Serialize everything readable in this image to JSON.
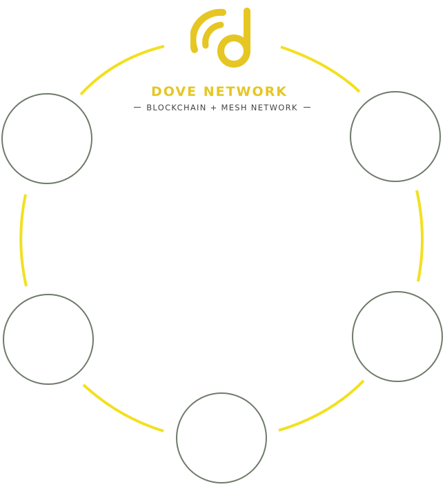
{
  "brand": {
    "name": "DOVE NETWORK",
    "tagline": "BLOCKCHAIN + MESH NETWORK"
  },
  "colors": {
    "accent": "#f2e01f",
    "logo": "#e6c622",
    "node_stroke": "#6e7a6a",
    "text": "#444444"
  },
  "icons": {
    "logo": "dove-network-logo-icon"
  },
  "nodes": [
    {
      "id": "node-top-left"
    },
    {
      "id": "node-top-right"
    },
    {
      "id": "node-mid-left"
    },
    {
      "id": "node-mid-right"
    },
    {
      "id": "node-bottom"
    }
  ]
}
